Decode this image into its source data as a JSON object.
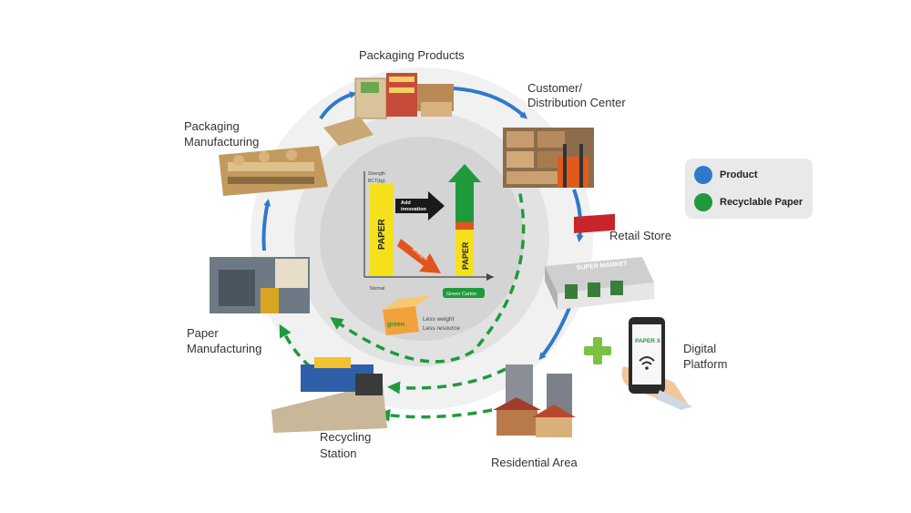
{
  "nodes": {
    "packaging_products": "Packaging Products",
    "customer_line1": "Customer/",
    "customer_line2": "Distribution Center",
    "packaging_mfg_line1": "Packaging",
    "packaging_mfg_line2": "Manufacturing",
    "retail_store": "Retail Store",
    "paper_mfg_line1": "Paper",
    "paper_mfg_line2": "Manufacturing",
    "digital_line1": "Digital",
    "digital_line2": "Platform",
    "recycling_line1": "Recycling",
    "recycling_line2": "Station",
    "residential_area": "Residential Area"
  },
  "legend": {
    "product": "Product",
    "recyclable": "Recyclable Paper",
    "product_color": "#2e7ac9",
    "recyclable_color": "#1f9a3b"
  },
  "center": {
    "axis_label_1": "Strength",
    "axis_label_2": "BCT(kg)",
    "bar1": "PAPER",
    "bar2": "PAPER",
    "arrow_line1": "Add",
    "arrow_line2": "innovation",
    "normal_label": "Normal",
    "green_carton": "Green Carton",
    "gsm_label": "35-80g/m²",
    "box_label": "green",
    "less_weight": "Less weight",
    "less_resource": "Less resource"
  },
  "store_sign": "SUPER MARKET",
  "phone_app": "PAPER X"
}
